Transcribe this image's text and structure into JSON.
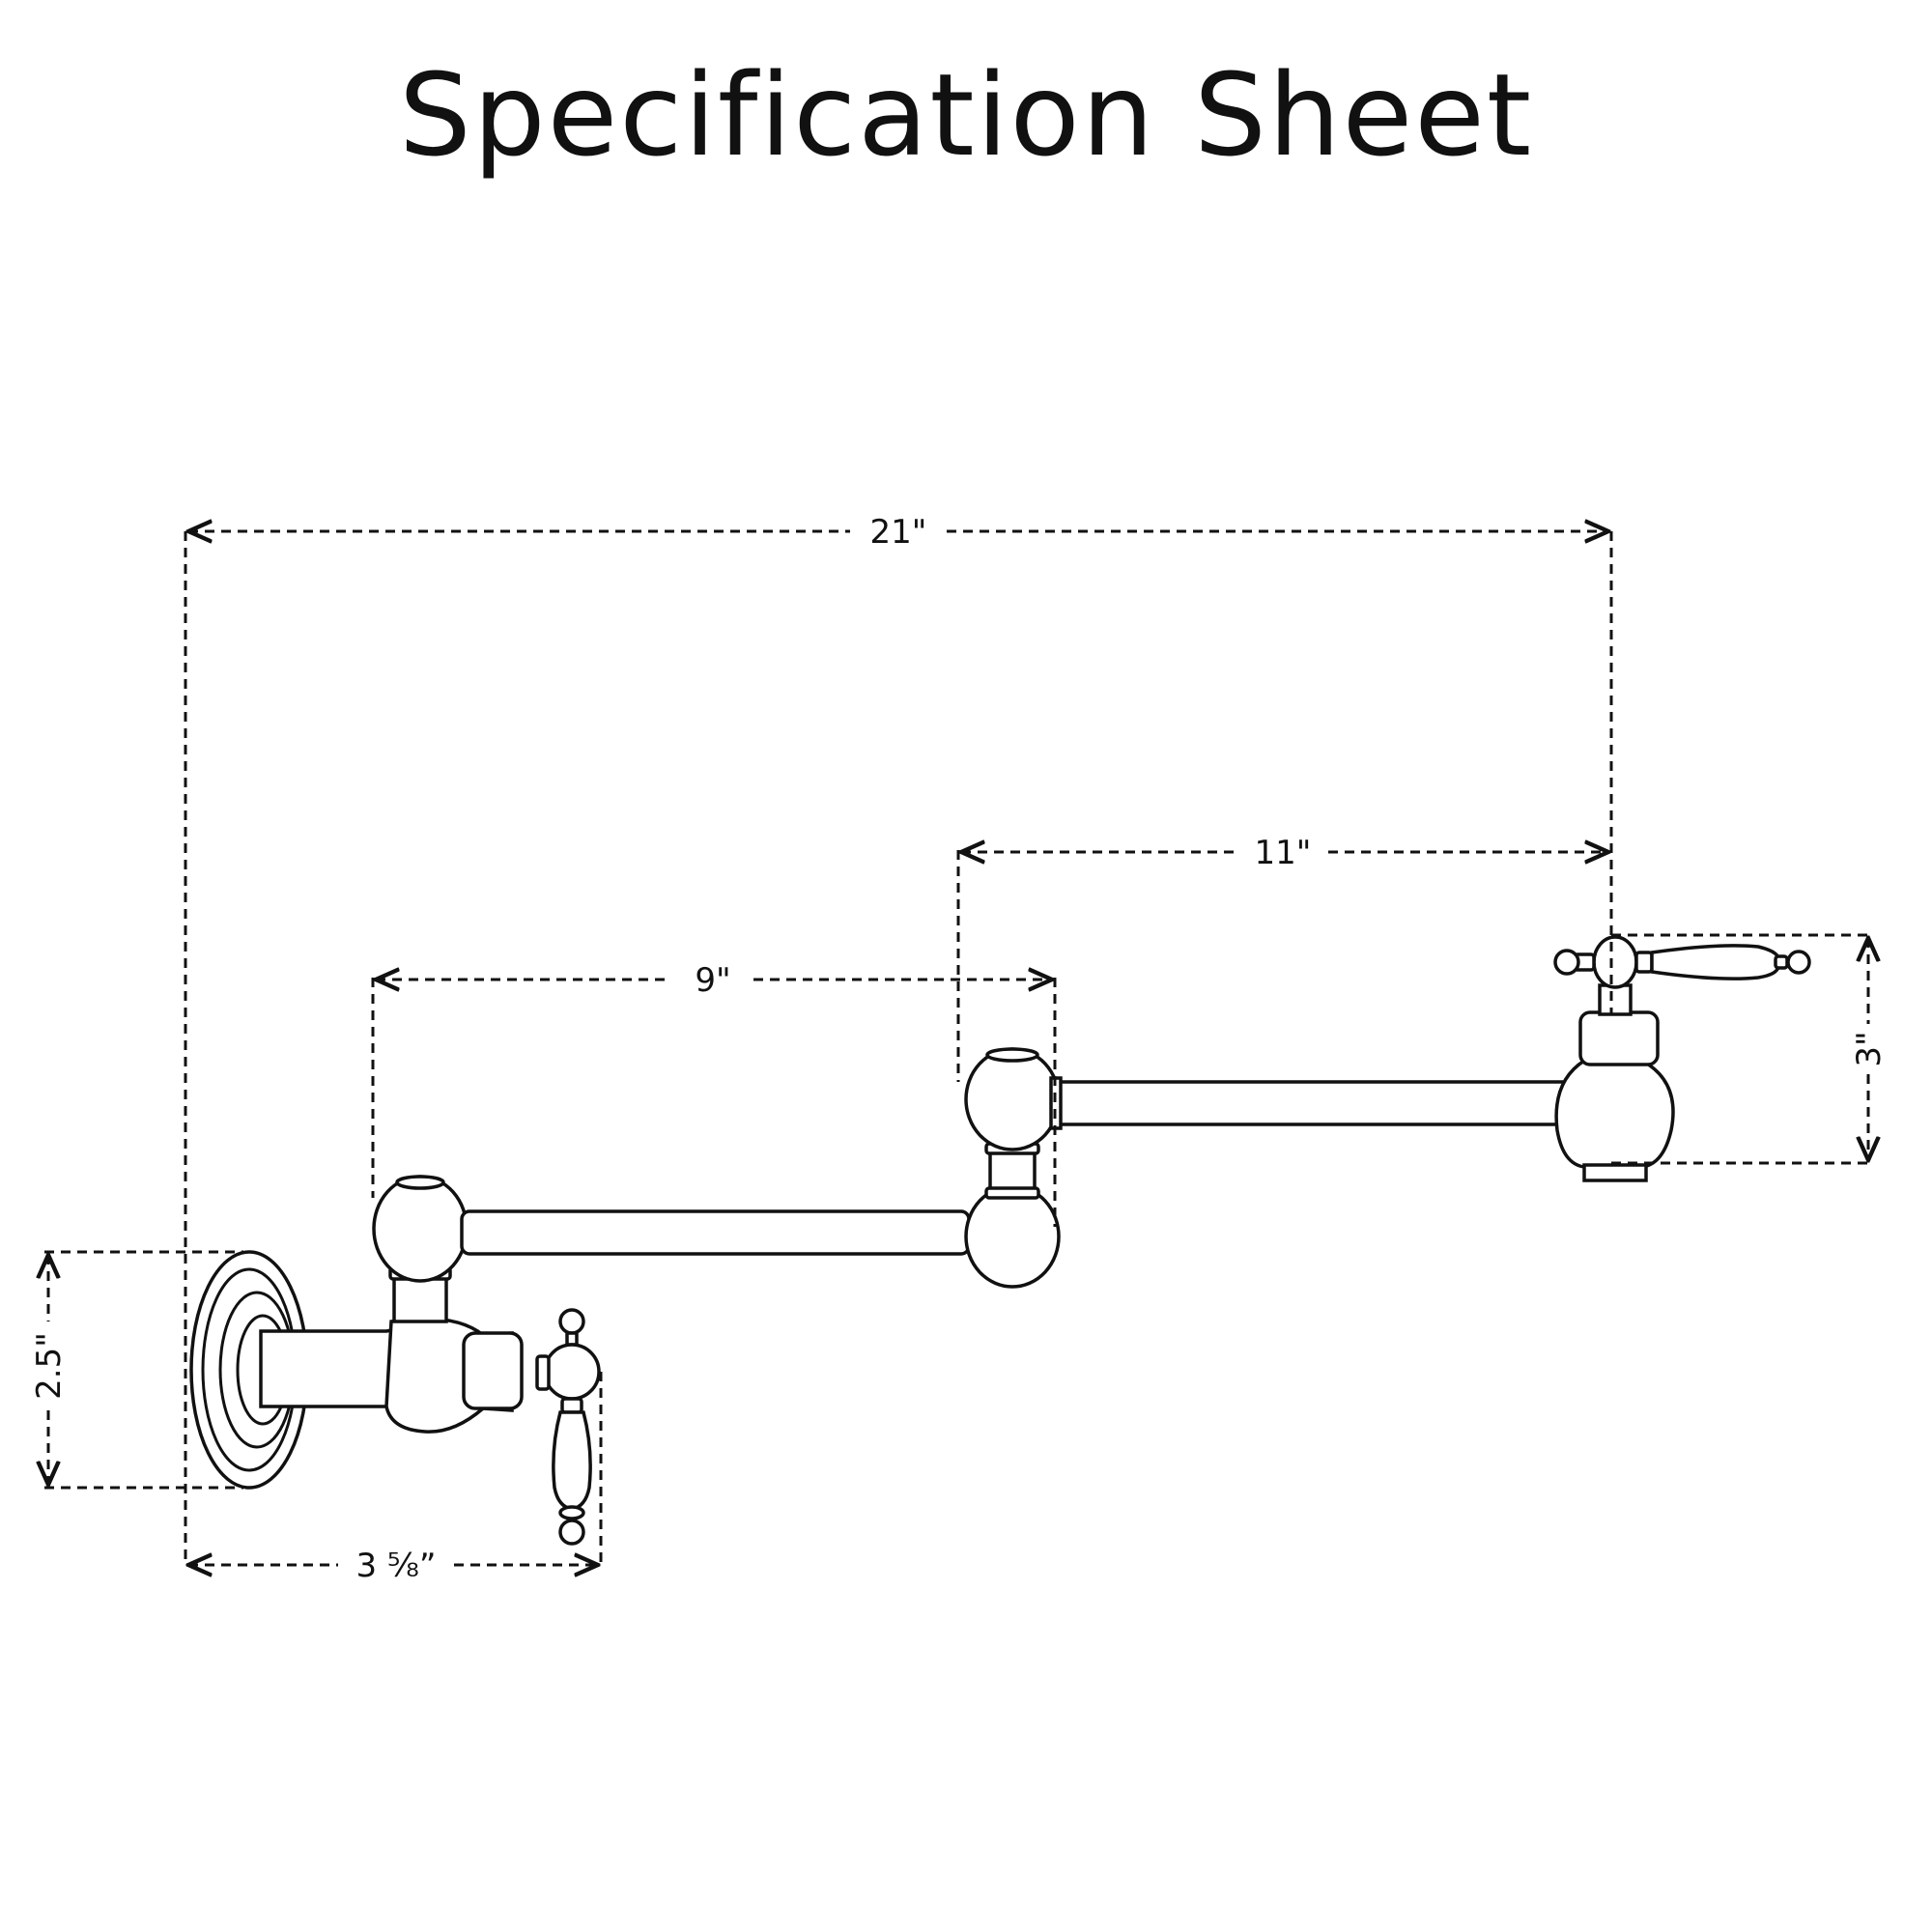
{
  "title": "Specification Sheet",
  "dimensions": {
    "overall_reach": "21\"",
    "second_arm": "11\"",
    "first_arm": "9\"",
    "spout_height": "3\"",
    "flange_height": "2.5\"",
    "wall_projection": "3 ⅝”"
  },
  "colors": {
    "line": "#111111",
    "background": "#ffffff"
  }
}
